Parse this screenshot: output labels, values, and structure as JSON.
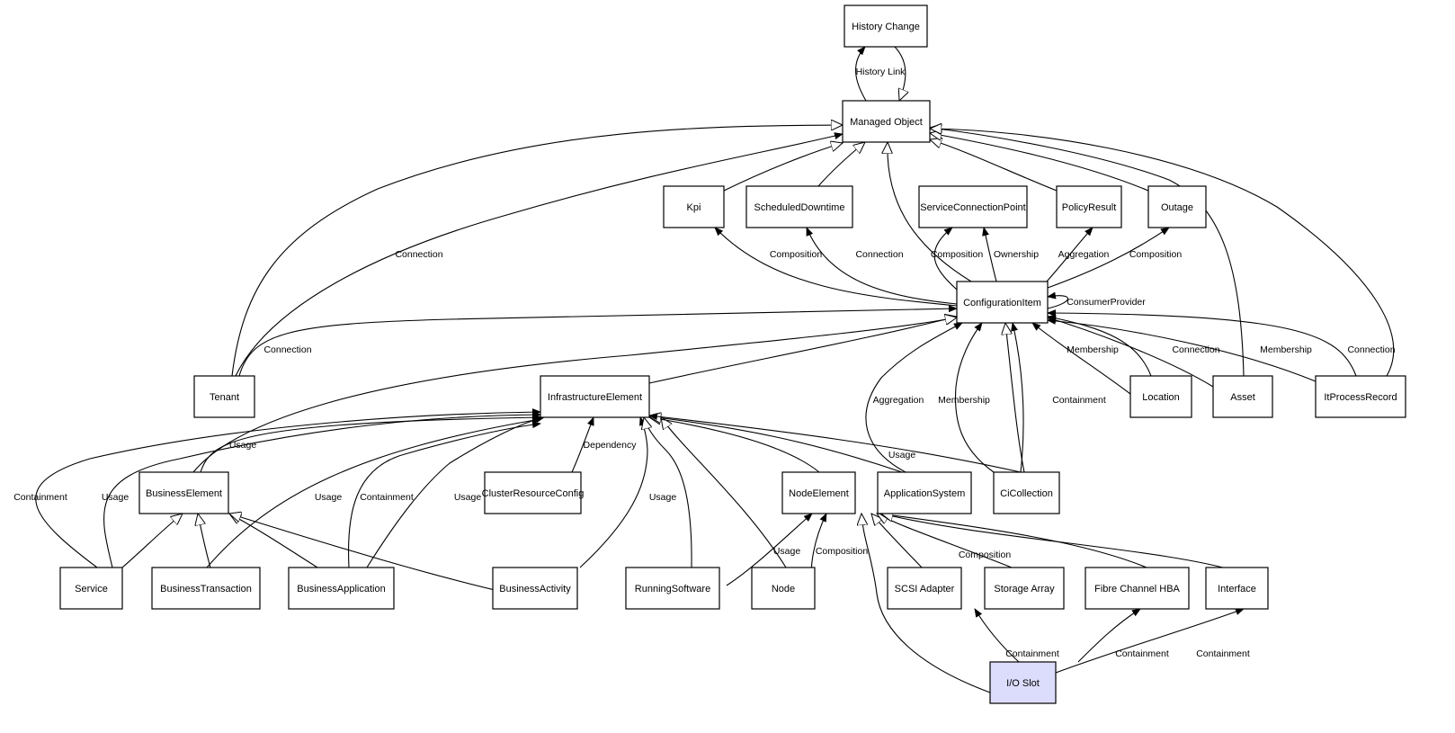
{
  "diagram": {
    "highlight_color": "#dcdcfc",
    "node_fill": "#ffffff",
    "line_color": "#000000",
    "nodes": [
      {
        "id": "history_change",
        "label": "History Change"
      },
      {
        "id": "managed_object",
        "label": "Managed Object"
      },
      {
        "id": "kpi",
        "label": "Kpi"
      },
      {
        "id": "scheduled_downtime",
        "label": "ScheduledDowntime"
      },
      {
        "id": "service_connection_point",
        "label": "ServiceConnectionPoint"
      },
      {
        "id": "policy_result",
        "label": "PolicyResult"
      },
      {
        "id": "outage",
        "label": "Outage"
      },
      {
        "id": "configuration_item",
        "label": "ConfigurationItem"
      },
      {
        "id": "tenant",
        "label": "Tenant"
      },
      {
        "id": "infrastructure_element",
        "label": "InfrastructureElement"
      },
      {
        "id": "location",
        "label": "Location"
      },
      {
        "id": "asset",
        "label": "Asset"
      },
      {
        "id": "it_process_record",
        "label": "ItProcessRecord"
      },
      {
        "id": "business_element",
        "label": "BusinessElement"
      },
      {
        "id": "cluster_resource_config",
        "label": "ClusterResourceConfig"
      },
      {
        "id": "node_element",
        "label": "NodeElement"
      },
      {
        "id": "application_system",
        "label": "ApplicationSystem"
      },
      {
        "id": "ci_collection",
        "label": "CiCollection"
      },
      {
        "id": "service",
        "label": "Service"
      },
      {
        "id": "business_transaction",
        "label": "BusinessTransaction"
      },
      {
        "id": "business_application",
        "label": "BusinessApplication"
      },
      {
        "id": "business_activity",
        "label": "BusinessActivity"
      },
      {
        "id": "running_software",
        "label": "RunningSoftware"
      },
      {
        "id": "node",
        "label": "Node"
      },
      {
        "id": "scsi_adapter",
        "label": "SCSI Adapter"
      },
      {
        "id": "storage_array",
        "label": "Storage Array"
      },
      {
        "id": "fibre_channel_hba",
        "label": "Fibre Channel HBA"
      },
      {
        "id": "interface",
        "label": "Interface"
      },
      {
        "id": "io_slot",
        "label": "I/O Slot",
        "highlighted": true
      }
    ],
    "edges": [
      {
        "from": "managed_object",
        "to": "history_change",
        "label": "History Link",
        "kind": "association"
      },
      {
        "from": "history_change",
        "to": "managed_object",
        "label": "",
        "kind": "inheritance"
      },
      {
        "from": "tenant",
        "to": "managed_object",
        "label": "",
        "kind": "inheritance"
      },
      {
        "from": "tenant",
        "to": "managed_object",
        "label": "Connection",
        "kind": "association"
      },
      {
        "from": "kpi",
        "to": "managed_object",
        "label": "",
        "kind": "inheritance"
      },
      {
        "from": "scheduled_downtime",
        "to": "managed_object",
        "label": "",
        "kind": "inheritance"
      },
      {
        "from": "configuration_item",
        "to": "managed_object",
        "label": "",
        "kind": "inheritance"
      },
      {
        "from": "policy_result",
        "to": "managed_object",
        "label": "",
        "kind": "inheritance"
      },
      {
        "from": "outage",
        "to": "managed_object",
        "label": "",
        "kind": "inheritance"
      },
      {
        "from": "asset",
        "to": "managed_object",
        "label": "",
        "kind": "inheritance"
      },
      {
        "from": "it_process_record",
        "to": "managed_object",
        "label": "",
        "kind": "inheritance"
      },
      {
        "from": "configuration_item",
        "to": "kpi",
        "label": "Composition",
        "kind": "association"
      },
      {
        "from": "configuration_item",
        "to": "scheduled_downtime",
        "label": "Connection",
        "kind": "association"
      },
      {
        "from": "configuration_item",
        "to": "service_connection_point",
        "label": "Composition",
        "kind": "association"
      },
      {
        "from": "configuration_item",
        "to": "service_connection_point",
        "label": "Ownership",
        "kind": "association"
      },
      {
        "from": "configuration_item",
        "to": "policy_result",
        "label": "Aggregation",
        "kind": "association"
      },
      {
        "from": "configuration_item",
        "to": "outage",
        "label": "Composition",
        "kind": "association"
      },
      {
        "from": "configuration_item",
        "to": "configuration_item",
        "label": "ConsumerProvider",
        "kind": "association"
      },
      {
        "from": "tenant",
        "to": "configuration_item",
        "label": "Connection",
        "kind": "association"
      },
      {
        "from": "infrastructure_element",
        "to": "configuration_item",
        "label": "",
        "kind": "inheritance"
      },
      {
        "from": "business_element",
        "to": "configuration_item",
        "label": "",
        "kind": "inheritance"
      },
      {
        "from": "application_system",
        "to": "configuration_item",
        "label": "Aggregation",
        "kind": "association"
      },
      {
        "from": "ci_collection",
        "to": "configuration_item",
        "label": "Membership",
        "kind": "association"
      },
      {
        "from": "ci_collection",
        "to": "configuration_item",
        "label": "Containment",
        "kind": "association"
      },
      {
        "from": "ci_collection",
        "to": "configuration_item",
        "label": "",
        "kind": "inheritance"
      },
      {
        "from": "location",
        "to": "configuration_item",
        "label": "Membership",
        "kind": "association"
      },
      {
        "from": "location",
        "to": "configuration_item",
        "label": "",
        "kind": "association"
      },
      {
        "from": "asset",
        "to": "configuration_item",
        "label": "Connection",
        "kind": "association"
      },
      {
        "from": "it_process_record",
        "to": "configuration_item",
        "label": "Membership",
        "kind": "association"
      },
      {
        "from": "it_process_record",
        "to": "configuration_item",
        "label": "Connection",
        "kind": "association"
      },
      {
        "from": "business_element",
        "to": "infrastructure_element",
        "label": "Usage",
        "kind": "association"
      },
      {
        "from": "service",
        "to": "infrastructure_element",
        "label": "Containment",
        "kind": "association"
      },
      {
        "from": "service",
        "to": "infrastructure_element",
        "label": "Usage",
        "kind": "association"
      },
      {
        "from": "business_transaction",
        "to": "infrastructure_element",
        "label": "Usage",
        "kind": "association"
      },
      {
        "from": "business_application",
        "to": "infrastructure_element",
        "label": "Containment",
        "kind": "association"
      },
      {
        "from": "business_application",
        "to": "infrastructure_element",
        "label": "Usage",
        "kind": "association"
      },
      {
        "from": "cluster_resource_config",
        "to": "infrastructure_element",
        "label": "Dependency",
        "kind": "association"
      },
      {
        "from": "business_activity",
        "to": "infrastructure_element",
        "label": "Usage",
        "kind": "association"
      },
      {
        "from": "running_software",
        "to": "infrastructure_element",
        "label": "",
        "kind": "inheritance"
      },
      {
        "from": "node",
        "to": "infrastructure_element",
        "label": "",
        "kind": "inheritance"
      },
      {
        "from": "node_element",
        "to": "infrastructure_element",
        "label": "",
        "kind": "inheritance"
      },
      {
        "from": "application_system",
        "to": "infrastructure_element",
        "label": "",
        "kind": "inheritance"
      },
      {
        "from": "ci_collection",
        "to": "infrastructure_element",
        "label": "Usage",
        "kind": "association"
      },
      {
        "from": "service",
        "to": "business_element",
        "label": "",
        "kind": "inheritance"
      },
      {
        "from": "business_transaction",
        "to": "business_element",
        "label": "",
        "kind": "inheritance"
      },
      {
        "from": "business_application",
        "to": "business_element",
        "label": "",
        "kind": "inheritance"
      },
      {
        "from": "business_activity",
        "to": "business_element",
        "label": "",
        "kind": "inheritance"
      },
      {
        "from": "running_software",
        "to": "node_element",
        "label": "Usage",
        "kind": "association"
      },
      {
        "from": "node",
        "to": "node_element",
        "label": "Composition",
        "kind": "association"
      },
      {
        "from": "io_slot",
        "to": "node_element",
        "label": "",
        "kind": "inheritance"
      },
      {
        "from": "scsi_adapter",
        "to": "node_element",
        "label": "",
        "kind": "inheritance"
      },
      {
        "from": "storage_array",
        "to": "node_element",
        "label": "Composition",
        "kind": "inheritance"
      },
      {
        "from": "fibre_channel_hba",
        "to": "node_element",
        "label": "",
        "kind": "inheritance"
      },
      {
        "from": "interface",
        "to": "node_element",
        "label": "",
        "kind": "inheritance"
      },
      {
        "from": "io_slot",
        "to": "scsi_adapter",
        "label": "Containment",
        "kind": "association"
      },
      {
        "from": "io_slot",
        "to": "fibre_channel_hba",
        "label": "Containment",
        "kind": "association"
      },
      {
        "from": "io_slot",
        "to": "interface",
        "label": "Containment",
        "kind": "association"
      }
    ]
  }
}
